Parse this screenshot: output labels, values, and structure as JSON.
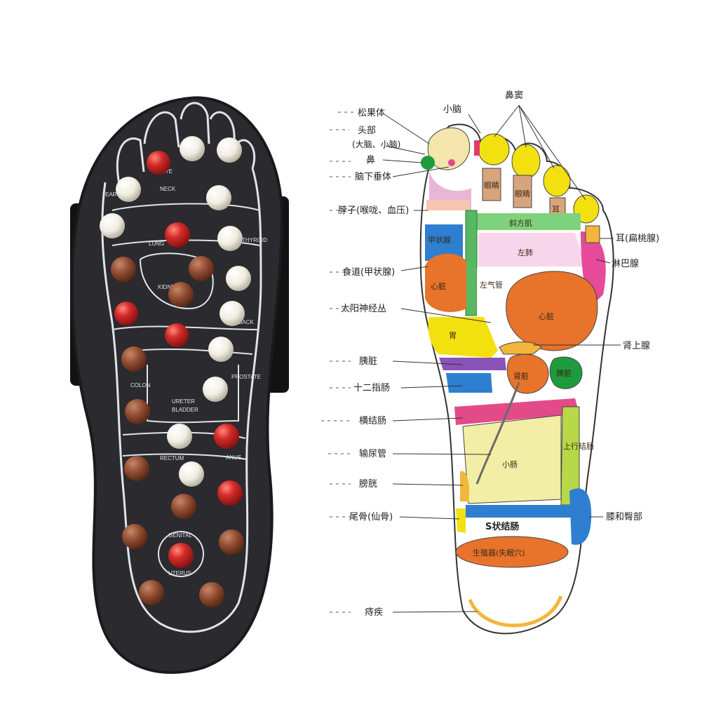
{
  "slipper": {
    "labels": [
      "EAR",
      "EYE",
      "NECK",
      "LUNG",
      "KIDNEYS",
      "THYROID",
      "BACK",
      "COLON",
      "URETER",
      "BLADDER",
      "PROSTATE",
      "RECTUM",
      "ANUS",
      "GENITAL",
      "UTERUS"
    ]
  },
  "chart": {
    "labels": [
      "松果体",
      "小脑",
      "鼻窦",
      "头部",
      "(大脑、小脑)",
      "鼻",
      "脑下垂体",
      "脖子(喉咙、血压)",
      "耳(扁桃腺)",
      "淋巴腺",
      "食道(甲状腺)",
      "太阳神经丛",
      "肾上腺",
      "胰脏",
      "十二指肠",
      "横结肠",
      "输尿管",
      "膀胱",
      "尾骨(仙骨)",
      "膝和臀部",
      "痔疾"
    ],
    "zones": [
      "眼睛",
      "眼睛",
      "耳",
      "斜方肌",
      "左肺",
      "甲状腺",
      "心脏",
      "左气管",
      "心脏",
      "胃",
      "肾脏",
      "脾脏",
      "小肠",
      "上行结肠",
      "S状结肠",
      "生殖器(失眠穴)"
    ]
  },
  "colors": {
    "slipper_body": "#2b2a2e",
    "outline": "#dfe3ea",
    "red_bead": "#d32b2a",
    "white_bead": "#f4f1e8",
    "brown_bead": "#8e4a2e",
    "strap": "#111111"
  }
}
